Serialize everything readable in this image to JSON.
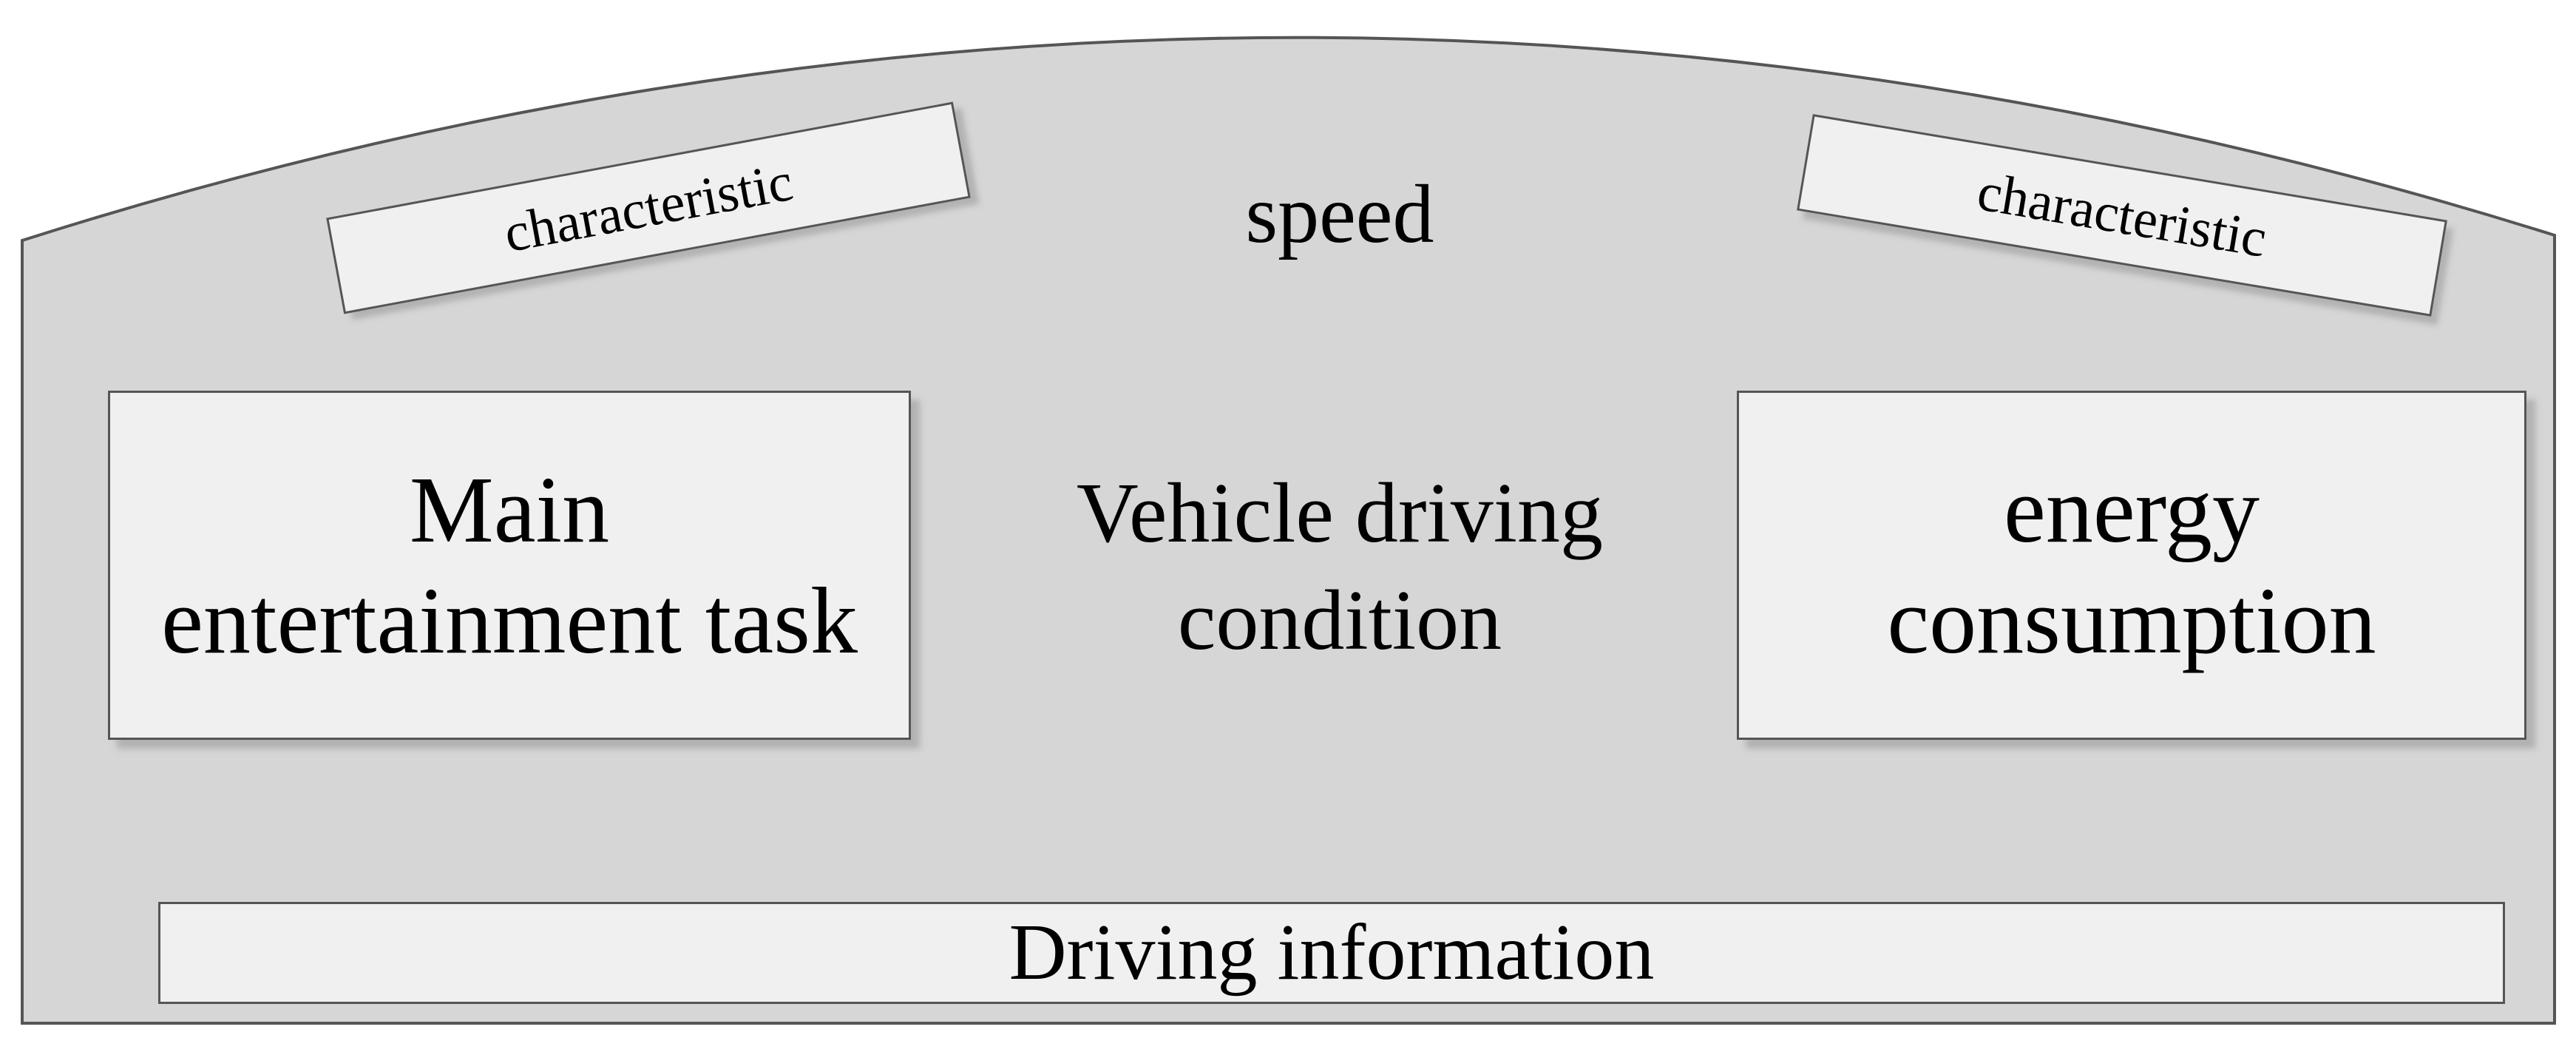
{
  "diagram": {
    "top_label": "speed",
    "left_tag": "characteristic",
    "right_tag": "characteristic",
    "left_box": [
      "Main",
      "entertainment task"
    ],
    "center_label": [
      "Vehicle driving",
      "condition"
    ],
    "right_box": [
      "energy",
      "consumption"
    ],
    "bottom_bar": "Driving information"
  },
  "colors": {
    "dashboard_fill": "#d6d6d6",
    "box_fill": "#f0f0f0",
    "outline": "#555555",
    "text": "#000000"
  }
}
